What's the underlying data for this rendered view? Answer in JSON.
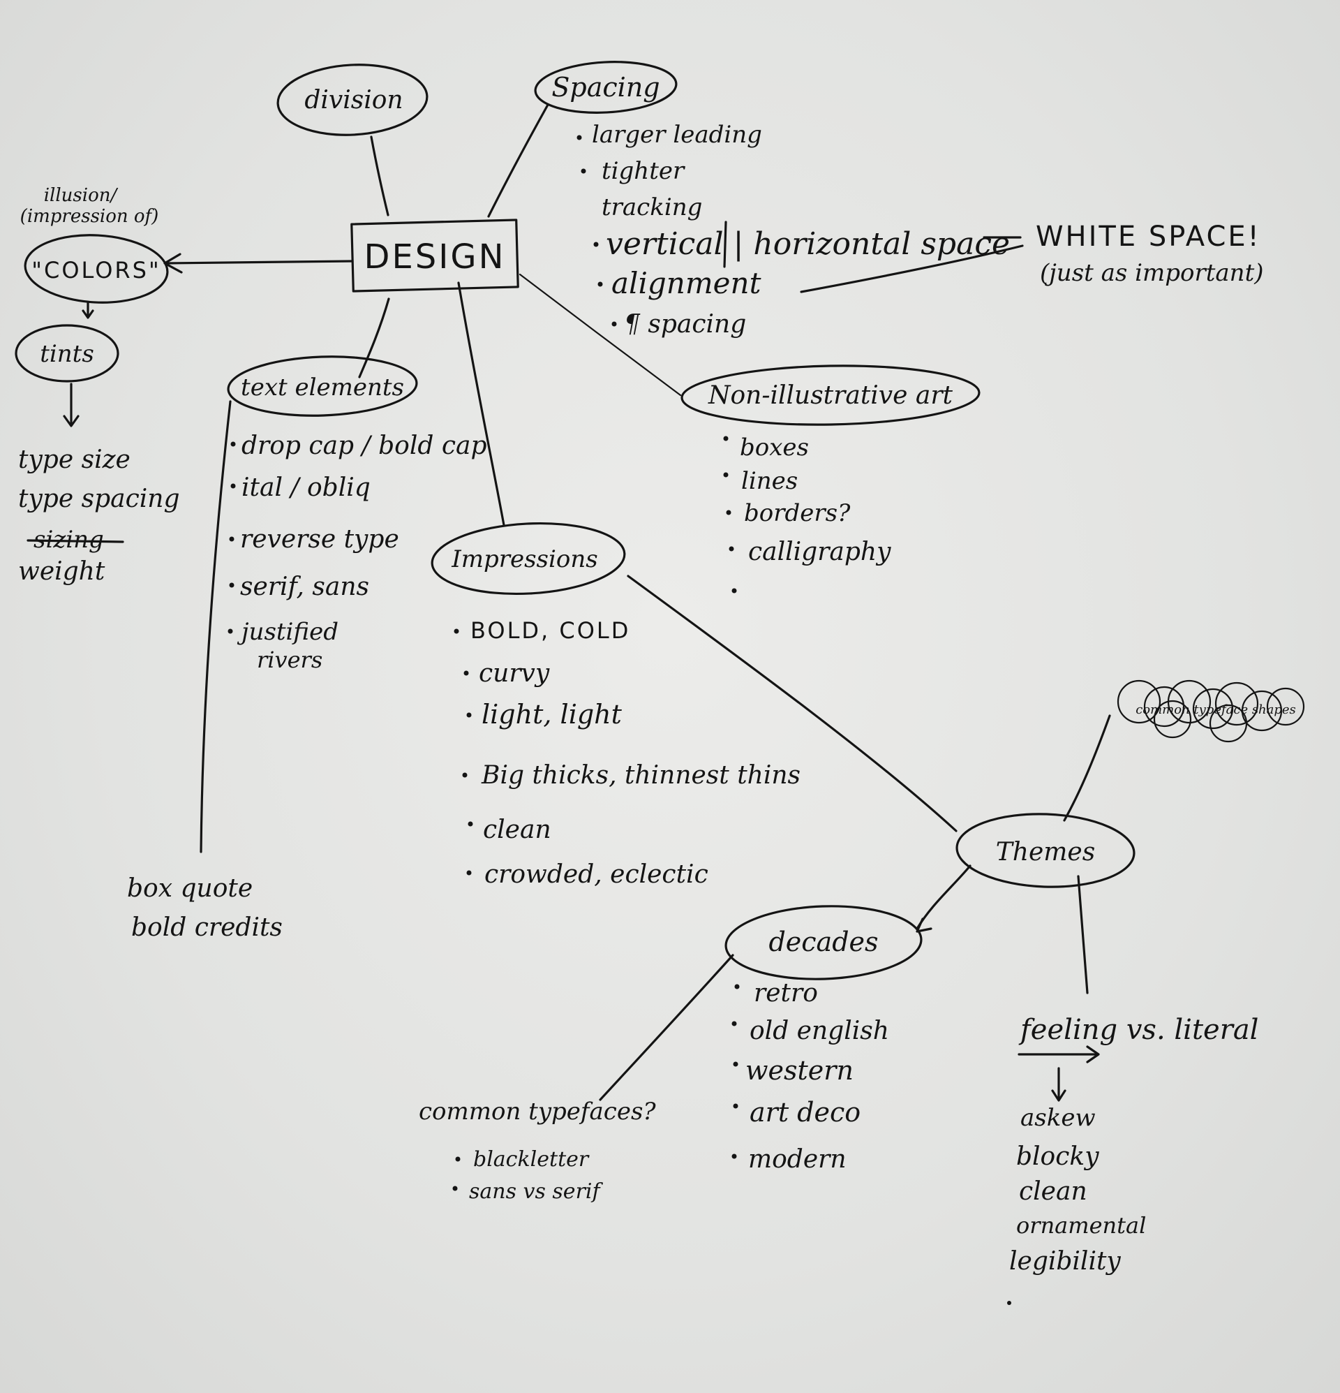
{
  "center": {
    "label": "DESIGN"
  },
  "division": {
    "label": "division"
  },
  "spacing": {
    "label": "Spacing",
    "items": [
      "larger leading",
      "tighter",
      "tracking",
      "vertical | horizontal space",
      "alignment",
      "¶ spacing"
    ]
  },
  "white_space": {
    "label": "WHITE SPACE!",
    "note": "(just as important)"
  },
  "colors": {
    "note_line1": "illusion/",
    "note_line2": "(impression of)",
    "label": "\"COLORS\"",
    "tints": "tints",
    "items": [
      "type size",
      "type spacing",
      "weight"
    ],
    "struck": "sizing"
  },
  "text_elements": {
    "label": "text elements",
    "items": [
      "drop cap / bold cap",
      "ital / obliq",
      "reverse type",
      "serif, sans",
      "justified",
      "rivers"
    ],
    "footer": [
      "box quote",
      "bold credits"
    ]
  },
  "impressions": {
    "label": "Impressions",
    "items": [
      "BOLD, COLD",
      "curvy",
      "light, light",
      "Big thicks, thinnest thins",
      "clean",
      "crowded, eclectic"
    ]
  },
  "non_illustrative": {
    "label": "Non-illustrative art",
    "items": [
      "boxes",
      "lines",
      "borders?",
      "calligraphy"
    ]
  },
  "themes": {
    "label": "Themes",
    "scribble": "common typeface shapes"
  },
  "decades": {
    "label": "decades",
    "items": [
      "retro",
      "old english",
      "western",
      "art deco",
      "modern"
    ]
  },
  "common_typefaces": {
    "label": "common typefaces?",
    "items": [
      "blackletter",
      "sans vs serif"
    ]
  },
  "feeling": {
    "label": "feeling vs. literal",
    "items": [
      "askew",
      "blocky",
      "clean",
      "ornamental",
      "legibility"
    ]
  }
}
